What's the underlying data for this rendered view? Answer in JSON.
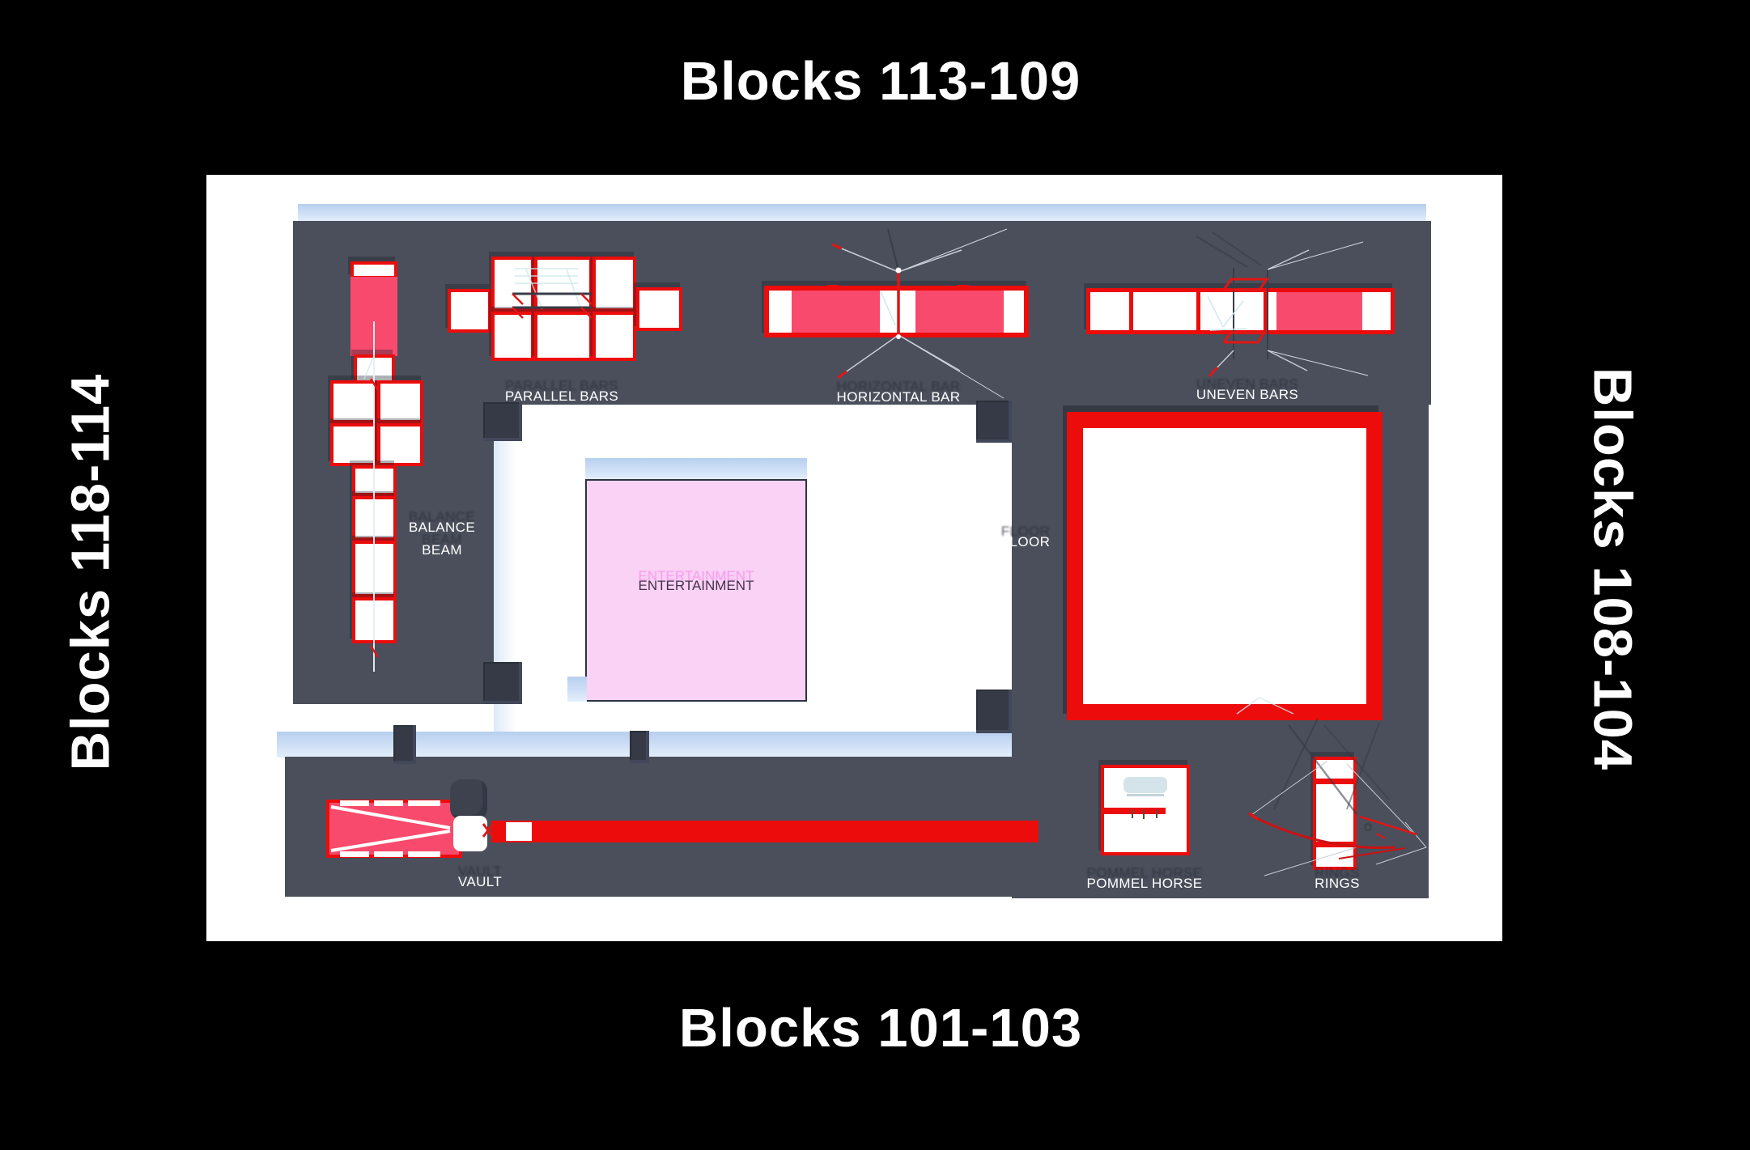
{
  "titles": {
    "top": "Blocks 113-109",
    "bottom": "Blocks 101-103",
    "left": "Blocks 118-114",
    "right": "Blocks 108-104"
  },
  "arena": {
    "labels": {
      "parallel_bars": "PARALLEL BARS",
      "horizontal_bar": "HORIZONTAL BAR",
      "uneven_bars": "UNEVEN BARS",
      "balance_beam": [
        "BALANCE",
        "BEAM"
      ],
      "floor": "FLOOR",
      "entertainment": "ENTERTAINMENT",
      "vault": "VAULT",
      "pommel_horse": "POMMEL HORSE",
      "rings": "RINGS"
    }
  },
  "colors": {
    "background": "#000000",
    "plan_sheet": "#ffffff",
    "arena_gray": "#4a4f5b",
    "apparatus_border_red": "#ec0c0c",
    "apparatus_pink": "#f84a6c",
    "entertainment_fill": "#f9d2f5",
    "wall_shadow_blue": "#c7daf3",
    "label_text": "#ffffff"
  }
}
